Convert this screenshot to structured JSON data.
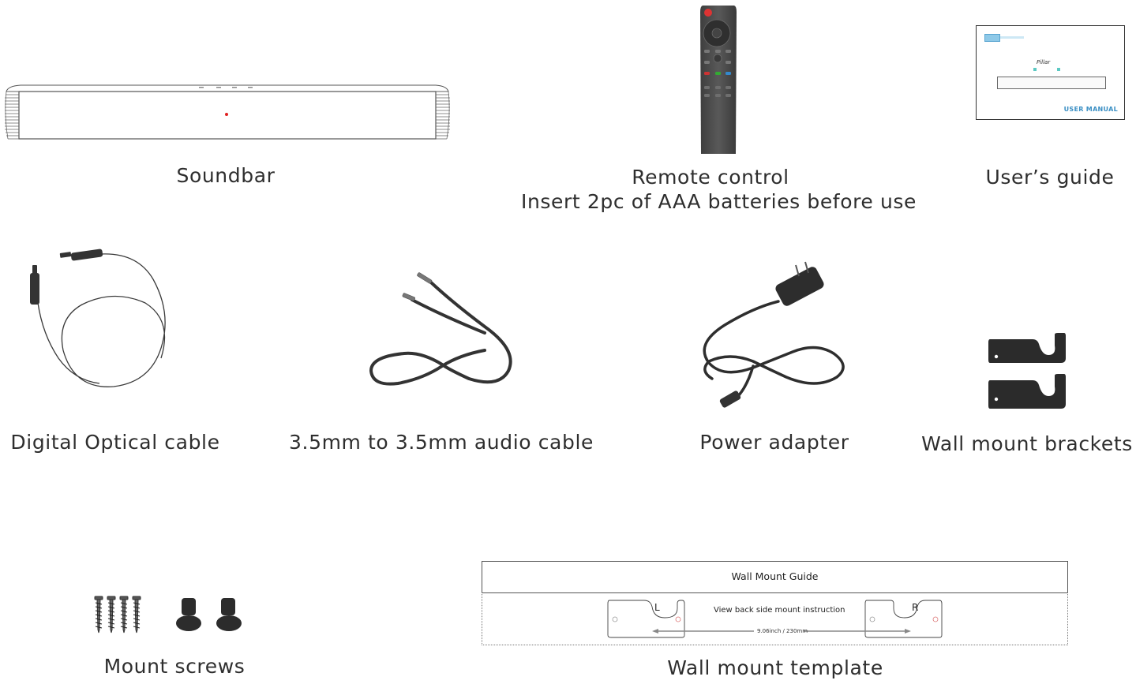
{
  "items": {
    "soundbar": "Soundbar",
    "remote": "Remote control",
    "remote_note": "Insert 2pc of AAA batteries before use",
    "guide": "User’s guide",
    "optical": "Digital Optical cable",
    "audio": "3.5mm to 3.5mm audio cable",
    "power": "Power adapter",
    "brackets": "Wall mount brackets",
    "screws": "Mount screws",
    "template": "Wall mount template"
  },
  "manual_cover": {
    "product": "Pillar",
    "title": "USER MANUAL"
  },
  "template_sheet": {
    "heading": "Wall Mount Guide",
    "instruction": "View back side mount instruction",
    "dimension": "9.06inch / 230mm",
    "left": "L",
    "right": "R"
  }
}
